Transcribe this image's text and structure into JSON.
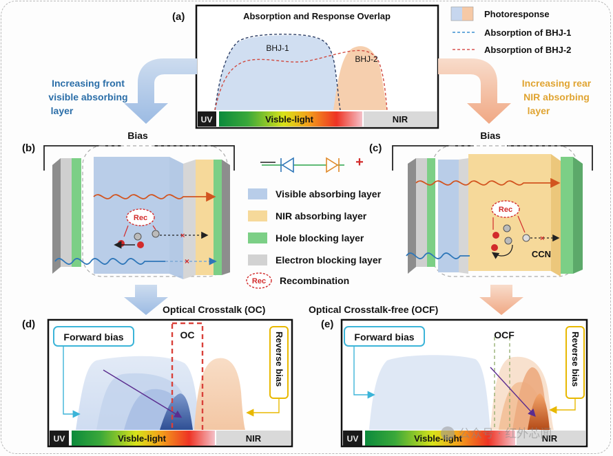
{
  "panel_a": {
    "label": "(a)",
    "title": "Absorption and Response Overlap",
    "bhj1": "BHJ-1",
    "bhj2": "BHJ-2",
    "bar": {
      "uv": "UV",
      "visible": "Visble-light",
      "nir": "NIR"
    }
  },
  "legend_top": {
    "photoresponse": "Photoresponse",
    "abs1": "Absorption of BHJ-1",
    "abs2": "Absorption of BHJ-2"
  },
  "arrows": {
    "left_text": [
      "Increasing front",
      "visible absorbing",
      "layer"
    ],
    "right_text": [
      "Increasing rear",
      "NIR absorbing",
      "layer"
    ]
  },
  "panel_b": {
    "label": "(b)",
    "bias": "Bias",
    "rec": "Rec"
  },
  "panel_c": {
    "label": "(c)",
    "bias": "Bias",
    "rec": "Rec",
    "ccn": "CCN"
  },
  "layer_legend": {
    "visible": "Visible absorbing layer",
    "nir": "NIR absorbing layer",
    "hole": "Hole blocking layer",
    "electron": "Electron blocking layer",
    "rec_badge": "Rec",
    "recombination": "Recombination"
  },
  "captions": {
    "oc": "Optical Crosstalk (OC)",
    "ocf": "Optical Crosstalk-free (OCF)"
  },
  "panel_d": {
    "label": "(d)",
    "forward": "Forward bias",
    "oc": "OC",
    "reverse": "Reverse bias",
    "bar": {
      "uv": "UV",
      "visible": "Visble-light",
      "nir": "NIR"
    }
  },
  "panel_e": {
    "label": "(e)",
    "forward": "Forward bias",
    "ocf": "OCF",
    "reverse": "Reverse bias",
    "bar": {
      "uv": "UV",
      "visible": "Visble-light",
      "nir": "NIR"
    }
  },
  "watermark": "公众号 · 红外芯闻",
  "colors": {
    "visible_layer": "#b8cde9",
    "nir_layer": "#f6d99a",
    "hole_layer": "#7ccf86",
    "electron_layer": "#c8c8c8",
    "recombination": "#d22b2b",
    "bhj1_line": "#4a90c8",
    "bhj2_line": "#d9534f",
    "callout_blue": "#3bb4d8",
    "callout_yellow": "#e8b800"
  }
}
